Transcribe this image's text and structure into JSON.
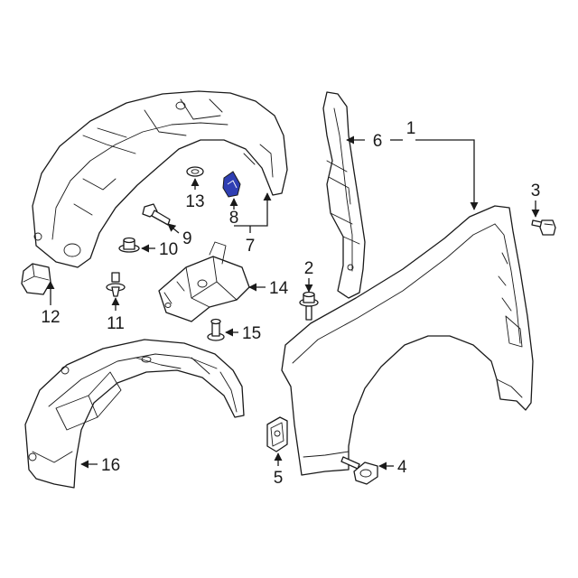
{
  "callouts": {
    "c1": "1",
    "c2": "2",
    "c3": "3",
    "c4": "4",
    "c5": "5",
    "c6": "6",
    "c7": "7",
    "c8": "8",
    "c9": "9",
    "c10": "10",
    "c11": "11",
    "c12": "12",
    "c13": "13",
    "c14": "14",
    "c15": "15",
    "c16": "16"
  },
  "colors": {
    "ink": "#1a1a1a",
    "highlight": "#2f3fb3",
    "background": "#ffffff"
  }
}
